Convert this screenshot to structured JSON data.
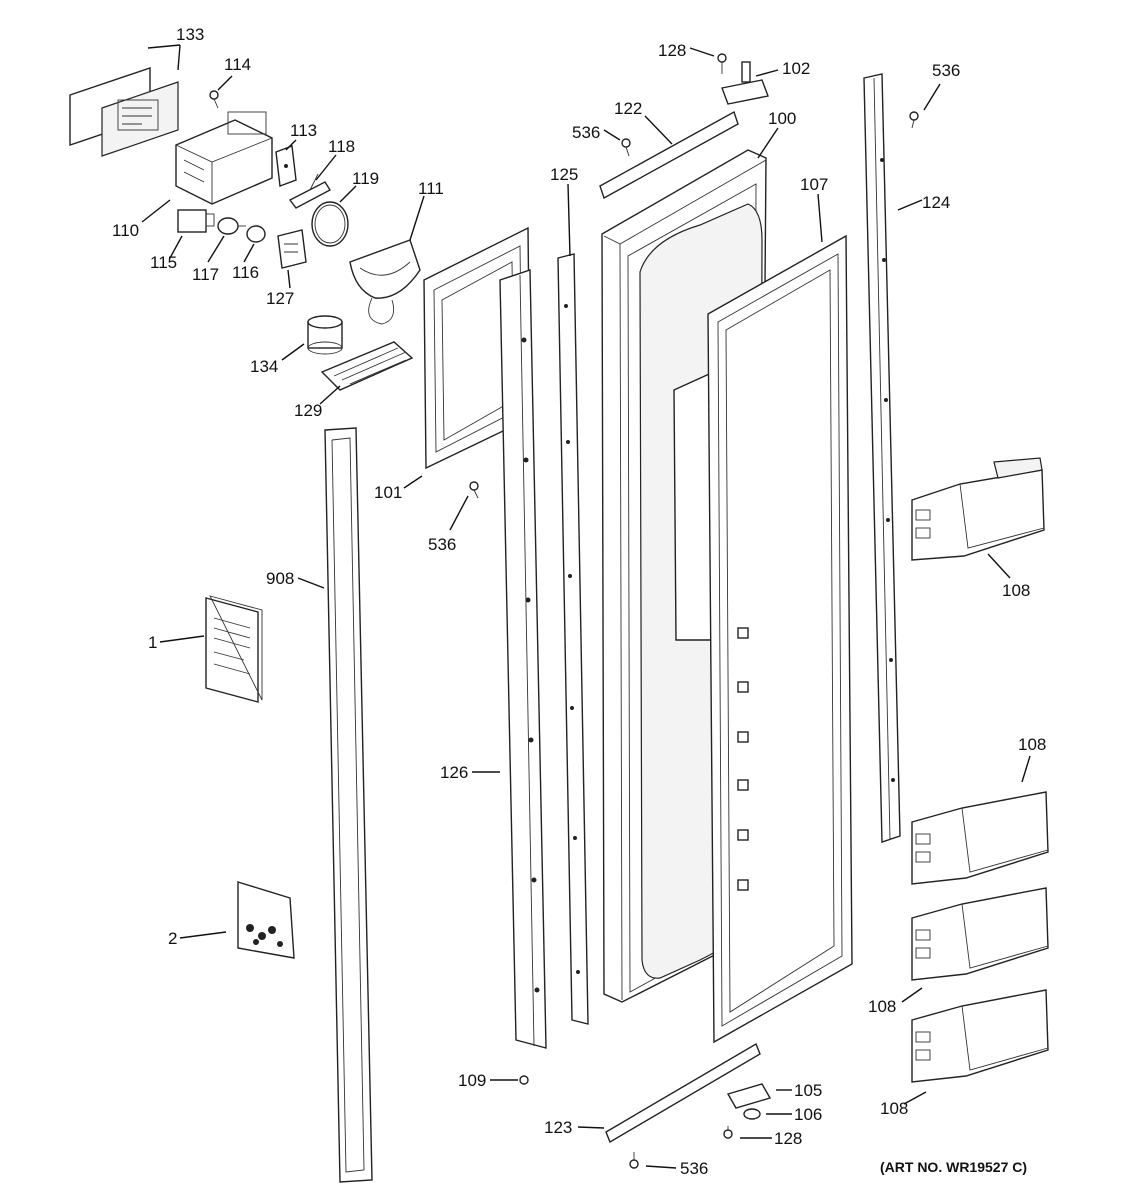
{
  "art_number": "(ART NO. WR19527 C)",
  "callouts": [
    {
      "id": "c133",
      "text": "133"
    },
    {
      "id": "c114",
      "text": "114"
    },
    {
      "id": "c113",
      "text": "113"
    },
    {
      "id": "c118",
      "text": "118"
    },
    {
      "id": "c119",
      "text": "119"
    },
    {
      "id": "c111",
      "text": "111"
    },
    {
      "id": "c110",
      "text": "110"
    },
    {
      "id": "c115",
      "text": "115"
    },
    {
      "id": "c117",
      "text": "117"
    },
    {
      "id": "c116",
      "text": "116"
    },
    {
      "id": "c127",
      "text": "127"
    },
    {
      "id": "c134",
      "text": "134"
    },
    {
      "id": "c129",
      "text": "129"
    },
    {
      "id": "c101",
      "text": "101"
    },
    {
      "id": "c536a",
      "text": "536"
    },
    {
      "id": "c908",
      "text": "908"
    },
    {
      "id": "c1",
      "text": "1"
    },
    {
      "id": "c2",
      "text": "2"
    },
    {
      "id": "c128a",
      "text": "128"
    },
    {
      "id": "c102",
      "text": "102"
    },
    {
      "id": "c122",
      "text": "122"
    },
    {
      "id": "c536b",
      "text": "536"
    },
    {
      "id": "c100",
      "text": "100"
    },
    {
      "id": "c125",
      "text": "125"
    },
    {
      "id": "c107",
      "text": "107"
    },
    {
      "id": "c126",
      "text": "126"
    },
    {
      "id": "c109",
      "text": "109"
    },
    {
      "id": "c123",
      "text": "123"
    },
    {
      "id": "c536c",
      "text": "536"
    },
    {
      "id": "c105",
      "text": "105"
    },
    {
      "id": "c106",
      "text": "106"
    },
    {
      "id": "c128b",
      "text": "128"
    },
    {
      "id": "c536d",
      "text": "536"
    },
    {
      "id": "c124",
      "text": "124"
    },
    {
      "id": "c108a",
      "text": "108"
    },
    {
      "id": "c108b",
      "text": "108"
    },
    {
      "id": "c108c",
      "text": "108"
    },
    {
      "id": "c108d",
      "text": "108"
    }
  ]
}
